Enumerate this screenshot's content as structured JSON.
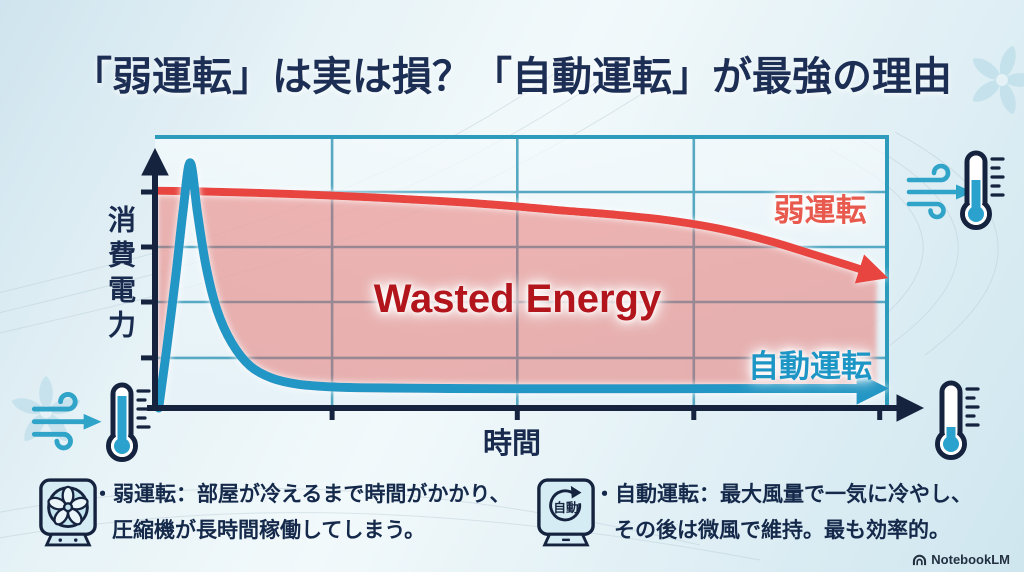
{
  "title": "「弱運転」は実は損？「自動運転」が最強の理由",
  "chart_data": {
    "type": "line",
    "title": "",
    "xlabel": "時間",
    "ylabel": "消費電力",
    "area_label": "Wasted Energy",
    "grid": true,
    "legend_position": "on-chart",
    "x_range": [
      0,
      100
    ],
    "y_range": [
      0,
      100
    ],
    "grid_x": [
      24.2,
      49.5,
      73.6
    ],
    "grid_y": [
      18.5,
      39.1,
      59.4,
      79.7
    ],
    "x_ticks": [
      24.2,
      49.5,
      73.6,
      99
    ],
    "y_ticks": [
      18.5,
      39.1,
      59.4,
      79.7
    ],
    "units": "relative (unlabeled axes)",
    "series": [
      {
        "name": "弱運転",
        "color": "#e8453f",
        "points": [
          [
            0.4,
            80.2
          ],
          [
            8,
            79.8
          ],
          [
            16,
            79.2
          ],
          [
            24,
            78.4
          ],
          [
            32,
            77.4
          ],
          [
            40,
            76.2
          ],
          [
            48,
            74.7
          ],
          [
            56,
            72.8
          ],
          [
            63,
            71.3
          ],
          [
            70,
            69.3
          ],
          [
            77,
            66.2
          ],
          [
            84,
            61.6
          ],
          [
            90,
            56.6
          ],
          [
            95,
            52.4
          ],
          [
            98.6,
            49.3
          ]
        ]
      },
      {
        "name": "自動運転",
        "color": "#2196c4",
        "points": [
          [
            0.5,
            0
          ],
          [
            1.5,
            20
          ],
          [
            2.8,
            48
          ],
          [
            3.8,
            72
          ],
          [
            4.8,
            90.5
          ],
          [
            5.8,
            72
          ],
          [
            7,
            52
          ],
          [
            8.5,
            36
          ],
          [
            10.5,
            24
          ],
          [
            13,
            15.5
          ],
          [
            16,
            11
          ],
          [
            19.5,
            8.8
          ],
          [
            24,
            7.8
          ],
          [
            30,
            7.4
          ],
          [
            40,
            7.2
          ],
          [
            55,
            7.1
          ],
          [
            70,
            7.1
          ],
          [
            85,
            7.2
          ],
          [
            98.5,
            7.2
          ]
        ]
      }
    ],
    "wasted_area_color": "rgba(232,96,92,0.46)"
  },
  "bullets": [
    {
      "icon": "fan-device-icon",
      "line1": "・弱運転：部屋が冷えるまで時間がかかり、",
      "line2": "圧縮機が長時間稼働してしまう。"
    },
    {
      "icon": "auto-device-icon",
      "icon_text": "自動",
      "line1": "・自動運転：最大風量で一気に冷やし、",
      "line2": "その後は微風で維持。最も効率的。"
    }
  ],
  "decorative_icons": [
    {
      "name": "wind-icon-hot",
      "position": "bottom-left of y-axis"
    },
    {
      "name": "thermometer-high-icon",
      "position": "bottom-left of y-axis"
    },
    {
      "name": "wind-icon-cooling",
      "position": "top-right outside chart"
    },
    {
      "name": "thermometer-mid-icon",
      "position": "top-right outside chart"
    },
    {
      "name": "thermometer-low-icon",
      "position": "bottom-right outside chart"
    },
    {
      "name": "sakura-watermark",
      "position": "left and top-right background"
    }
  ],
  "watermark": {
    "logo": "notebooklm-logo",
    "text": "NotebookLM"
  },
  "colors": {
    "title_navy": "#1c2e54",
    "axis_navy": "#15233f",
    "grid_teal": "#3d9cba",
    "border_teal": "#2d9cbc",
    "weak_red": "#e8453f",
    "auto_blue": "#2196c4",
    "wasted_text_red": "#b2161c",
    "icon_blue": "#2fa3c8"
  }
}
